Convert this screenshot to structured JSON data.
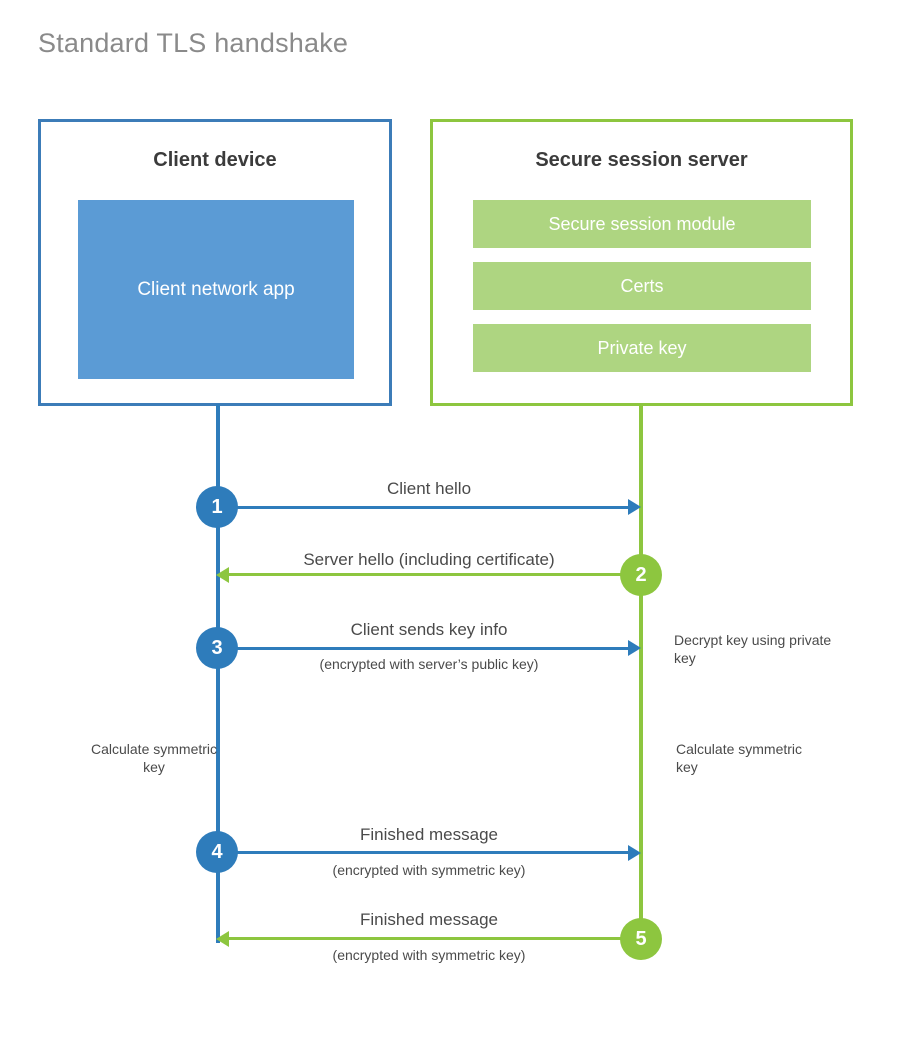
{
  "title": "Standard TLS handshake",
  "colors": {
    "client_border": "#3c7cb8",
    "client_fill": "#5b9bd5",
    "client_accent": "#2e7cbb",
    "server_border": "#8dc63f",
    "server_fill": "#aed581",
    "server_accent": "#8dc63f",
    "title_text": "#8a8a8a",
    "body_text": "#4a4a4a"
  },
  "client": {
    "title": "Client device",
    "app_label": "Client network app"
  },
  "server": {
    "title": "Secure session server",
    "bars": [
      {
        "label": "Secure session module"
      },
      {
        "label": "Certs"
      },
      {
        "label": "Private key"
      }
    ]
  },
  "steps": [
    {
      "number": "1",
      "label": "Client hello",
      "sublabel": "",
      "direction": "client-to-server",
      "color": "blue"
    },
    {
      "number": "2",
      "label": "Server hello (including certificate)",
      "sublabel": "",
      "direction": "server-to-client",
      "color": "green"
    },
    {
      "number": "3",
      "label": "Client sends key info",
      "sublabel": "(encrypted with server’s public key)",
      "direction": "client-to-server",
      "color": "blue"
    },
    {
      "number": "4",
      "label": "Finished message",
      "sublabel": "(encrypted with symmetric key)",
      "direction": "client-to-server",
      "color": "blue"
    },
    {
      "number": "5",
      "label": "Finished message",
      "sublabel": "(encrypted with symmetric key)",
      "direction": "server-to-client",
      "color": "green"
    }
  ],
  "annotations": {
    "server_decrypt": "Decrypt key using private key",
    "client_calculate": "Calculate symmetric key",
    "server_calculate": "Calculate symmetric key"
  }
}
